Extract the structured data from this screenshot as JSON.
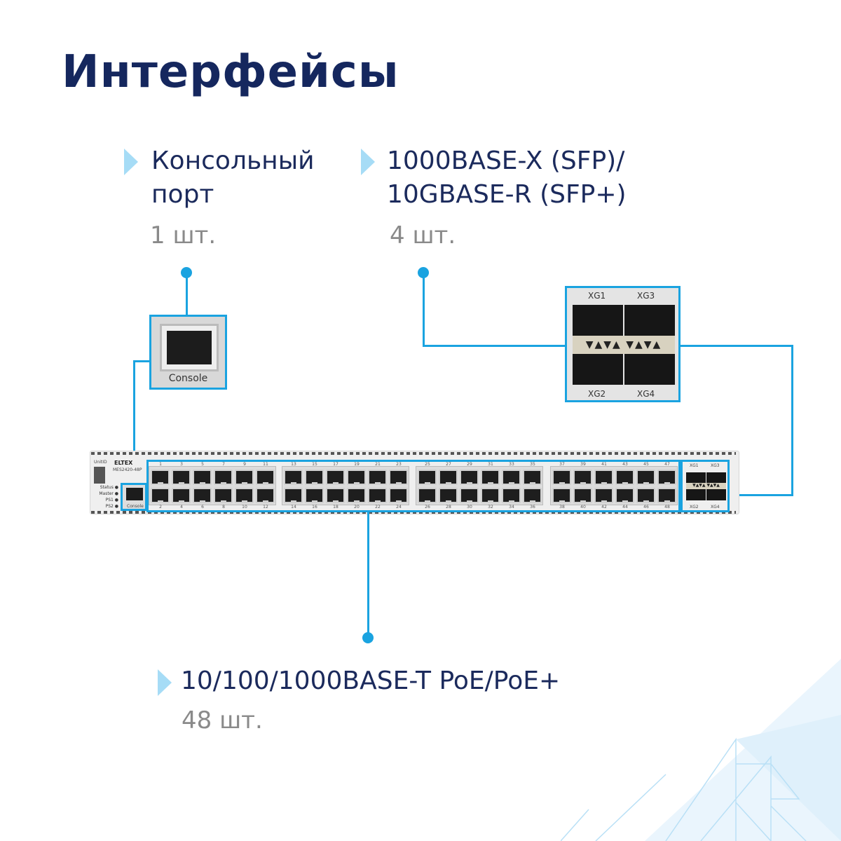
{
  "title": "Интерфейсы",
  "callouts": {
    "console": {
      "label_line1": "Консольный",
      "label_line2": "порт",
      "count": "1 шт.",
      "port_label": "Console"
    },
    "sfp": {
      "label_line1": "1000BASE-X (SFP)/",
      "label_line2": "10GBASE-R (SFP+)",
      "count": "4 шт.",
      "ports": [
        "XG1",
        "XG3",
        "XG2",
        "XG4"
      ]
    },
    "rj45": {
      "label": "10/100/1000BASE-T PoE/PoE+",
      "count": "48 шт."
    }
  },
  "device": {
    "brand": "ELTEX",
    "model": "MES2420-48P",
    "unit_id": "UnitID",
    "leds": [
      "Status",
      "Master",
      "PS1",
      "PS2"
    ],
    "console_label": "Console",
    "port_count": 48
  },
  "colors": {
    "accent": "#1aa3e0",
    "title": "#15275e",
    "triangle": "#a6dcf6"
  }
}
